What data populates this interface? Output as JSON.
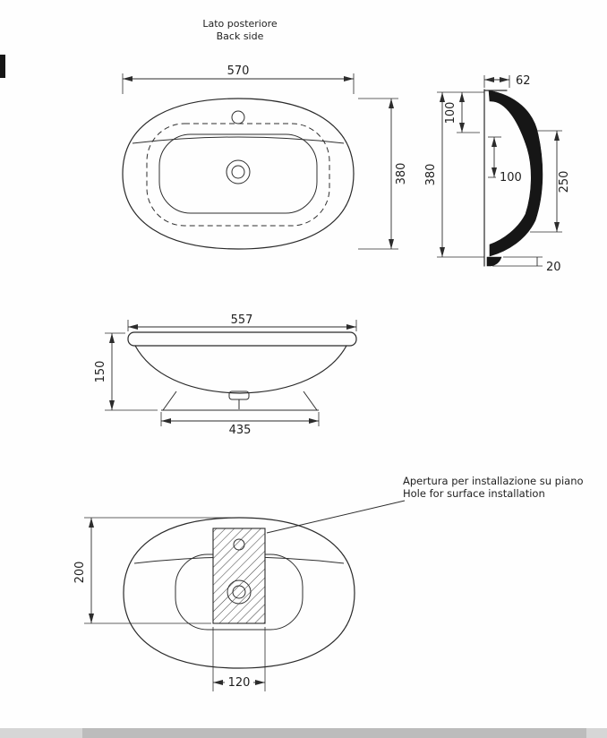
{
  "title_block": {
    "back_side_it": "Lato posteriore",
    "back_side_en": "Back side"
  },
  "annotations": {
    "hole_it": "Apertura per installazione su piano",
    "hole_en": "Hole for surface installation"
  },
  "dims": {
    "top_view": {
      "width": "570",
      "depth": "380"
    },
    "side_view": {
      "top_ledge": "62",
      "rim_height": "100",
      "height": "380",
      "bowl_depth": "100",
      "front_height": "250",
      "foot_gap": "20"
    },
    "front_view": {
      "width": "557",
      "height": "150",
      "base_width": "435"
    },
    "bottom_view": {
      "hole_offset": "200",
      "hole_width": "120"
    }
  }
}
